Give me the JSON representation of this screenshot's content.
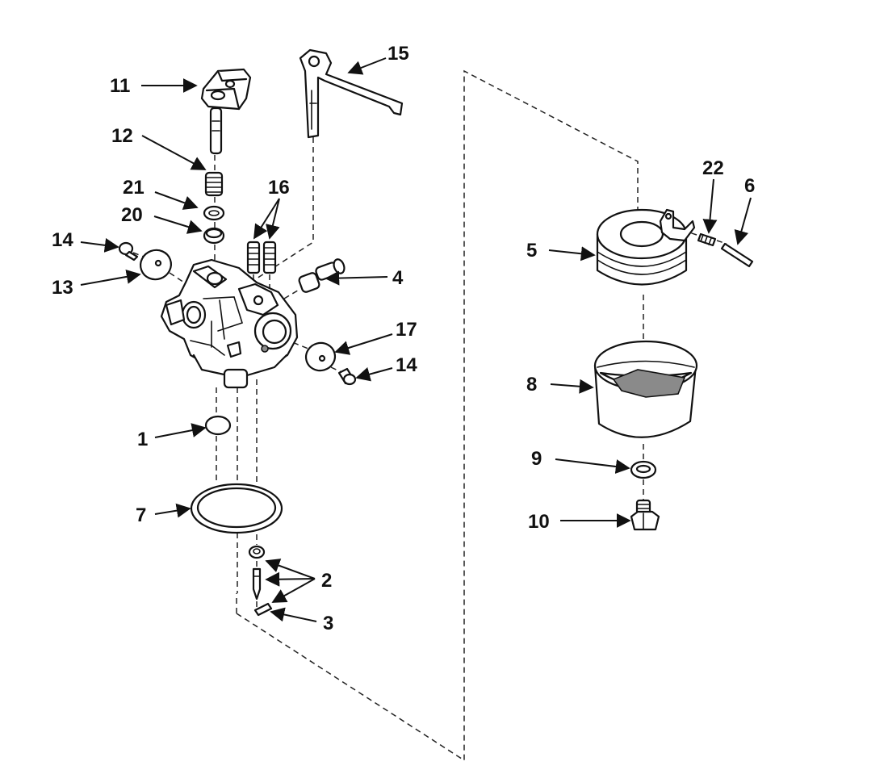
{
  "callouts": {
    "c1": "1",
    "c2": "2",
    "c3": "3",
    "c4": "4",
    "c5": "5",
    "c6": "6",
    "c7": "7",
    "c8": "8",
    "c9": "9",
    "c10": "10",
    "c11": "11",
    "c12": "12",
    "c13": "13",
    "c14a": "14",
    "c14b": "14",
    "c15": "15",
    "c16": "16",
    "c17": "17",
    "c20": "20",
    "c21": "21",
    "c22": "22"
  },
  "colors": {
    "line": "#111111",
    "background": "#ffffff",
    "shade": "#8a8a8a"
  }
}
